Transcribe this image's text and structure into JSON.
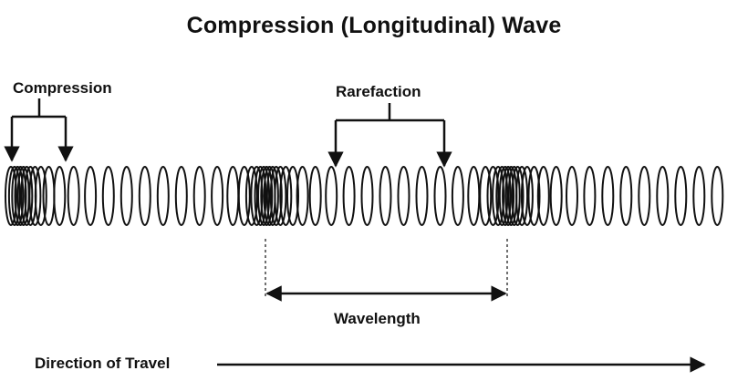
{
  "title": "Compression (Longitudinal) Wave",
  "labels": {
    "compression": "Compression",
    "rarefaction": "Rarefaction",
    "wavelength": "Wavelength",
    "direction": "Direction of Travel"
  },
  "colors": {
    "ink": "#111111",
    "background": "#ffffff"
  }
}
